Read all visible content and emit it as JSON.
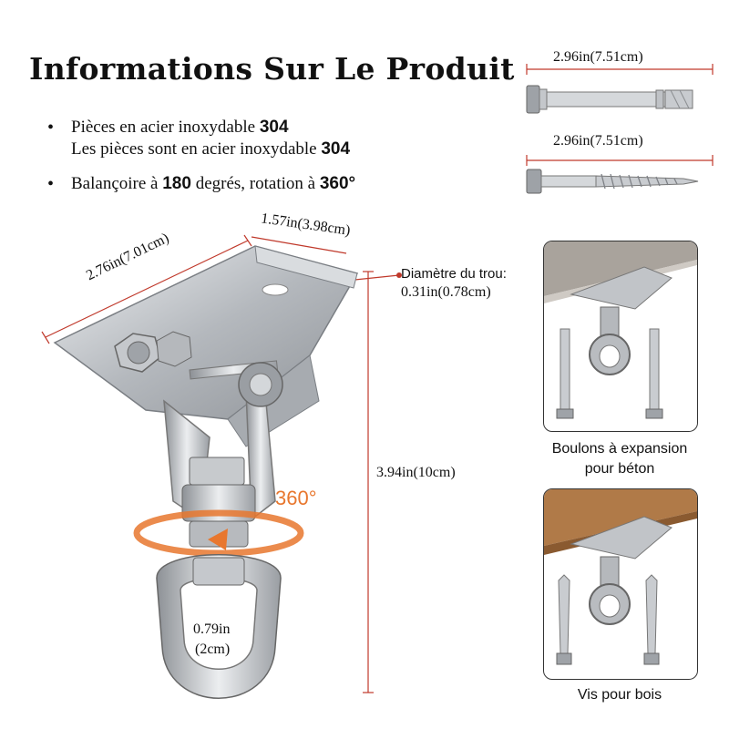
{
  "title": "Informations Sur Le Produit",
  "bullets": [
    {
      "line1_pre": "Pièces en acier inoxydable ",
      "line1_num": "304",
      "line2_pre": "Les pièces sont en acier inoxydable ",
      "line2_num": "304"
    },
    {
      "pre": "Balançoire à ",
      "num1": "180",
      "mid": " degrés, rotation à ",
      "num2": "360°"
    }
  ],
  "dimensions": {
    "bolt_length": "2.96in(7.51cm)",
    "screw_length": "2.96in(7.51cm)",
    "plate_width": "1.57in(3.98cm)",
    "plate_length": "2.76in(7.01cm)",
    "hole_label": "Diamètre du trou:",
    "hole_value": "0.31in(0.78cm)",
    "height": "3.94in(10cm)",
    "rotation": "360°",
    "ring_in": "0.79in",
    "ring_cm": "(2cm)"
  },
  "panels": {
    "concrete_caption_1": "Boulons à expansion",
    "concrete_caption_2": "pour béton",
    "wood_caption": "Vis pour bois"
  },
  "colors": {
    "dimension_line": "#c0392b",
    "rotation_accent": "#e8772e",
    "steel": "#b9bcc0"
  }
}
